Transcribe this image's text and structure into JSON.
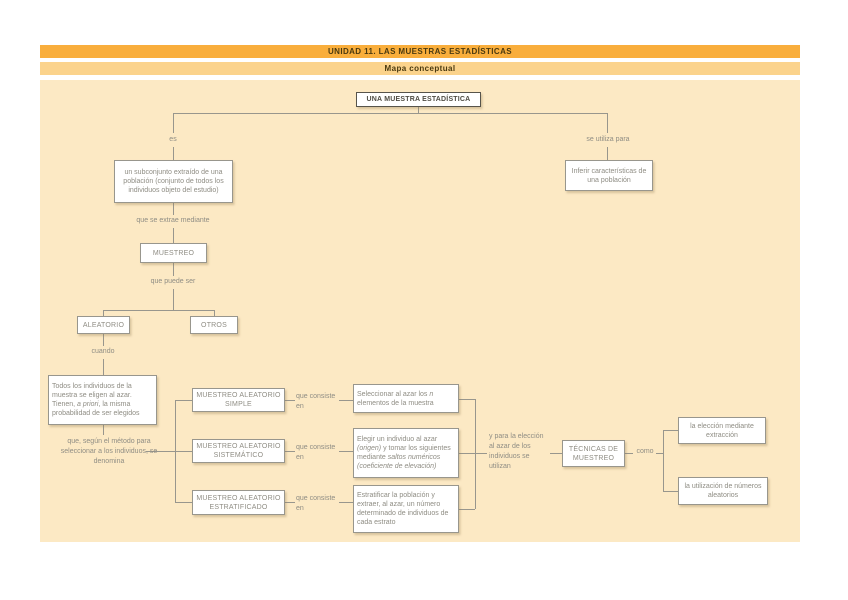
{
  "header": {
    "title": "UNIDAD 11. LAS MUESTRAS ESTADÍSTICAS",
    "subtitle": "Mapa conceptual"
  },
  "colors": {
    "header_bar": "#F9AE3C",
    "subtitle_bar": "#FBD38C",
    "map_background": "#FCE9C4",
    "box_border": "#98968D",
    "text_gray": "#8F8D84",
    "header_text": "#4A3A10"
  },
  "map": {
    "root": "UNA MUESTRA ESTADÍSTICA",
    "labels": {
      "es": "es",
      "se_utiliza_para": "se utiliza para",
      "que_se_extrae": "que se extrae mediante",
      "que_puede_ser": "que puede ser",
      "cuando": "cuando",
      "que_segun": "que, según el método para seleccionar a los individuos, se denomina",
      "que_consiste_en": "que consiste en",
      "y_para": "y para la elección al azar de los individuos se utilizan",
      "como": "como"
    },
    "nodes": {
      "subconjunto": "un subconjunto extraído de una población (conjunto de todos los individuos objeto del estudio)",
      "inferir": "Inferir características de una población",
      "muestreo": "MUESTREO",
      "aleatorio": "ALEATORIO",
      "otros": "OTROS",
      "todos": {
        "p1": "Todos los individuos de la muestra se eligen al azar. Tienen, ",
        "p2": "a priori",
        "p3": ", la misma probabilidad de ser elegidos"
      },
      "simple": "MUESTREO ALEATORIO SIMPLE",
      "sistematico": "MUESTREO ALEATORIO SISTEMÁTICO",
      "estratificado": "MUESTREO ALEATORIO ESTRATIFICADO",
      "desc_simple": {
        "p1": "Seleccionar al azar los ",
        "p2": "n",
        "p3": " elementos de la muestra"
      },
      "desc_sistematico": {
        "p1": "Elegir un individuo al azar ",
        "p2": "(origen)",
        "p3": " y tomar los siguientes mediante ",
        "p4": "saltos numéricos (coeficiente de elevación)"
      },
      "desc_estratificado": "Estratificar la población y extraer, al azar, un número determinado de individuos de cada estrato",
      "tecnicas": "TÉCNICAS DE MUESTREO",
      "eleccion": "la elección mediante extracción",
      "utilizacion": "la utilización de números aleatorios"
    }
  }
}
